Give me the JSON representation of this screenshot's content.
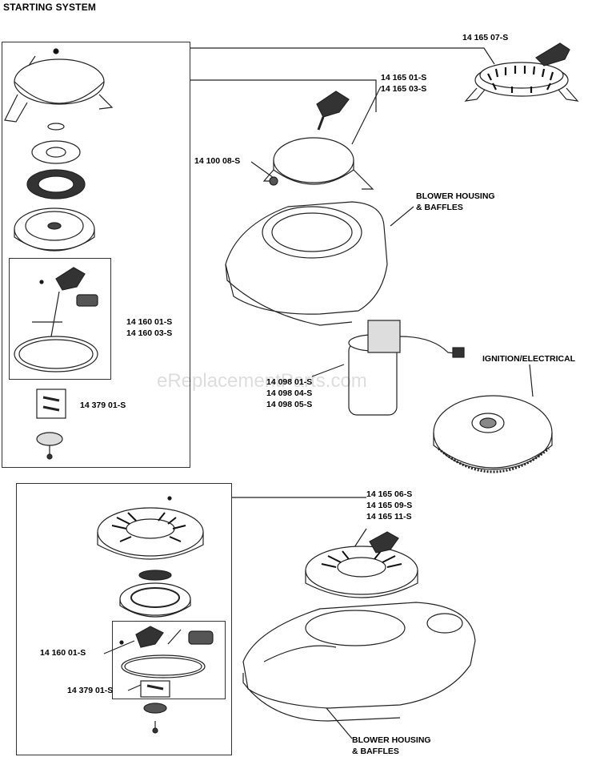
{
  "title": "STARTING SYSTEM",
  "watermark": "eReplacementParts.com",
  "callouts": {
    "top_right": [
      "14 165 07-S"
    ],
    "recoil_top": [
      "14 165 01-S",
      "14 165 03-S"
    ],
    "screw": [
      "14 100 08-S"
    ],
    "blower_upper": [
      "BLOWER HOUSING",
      "& BAFFLES"
    ],
    "starter_motor": [
      "14 098 01-S",
      "14 098 04-S",
      "14 098 05-S"
    ],
    "ignition": [
      "IGNITION/ELECTRICAL"
    ],
    "rope_kit_upper": [
      "14 160 01-S",
      "14 160 03-S"
    ],
    "pawl_kit_upper": [
      "14 379 01-S"
    ],
    "recoil_lower": [
      "14 165 06-S",
      "14 165 09-S",
      "14 165 11-S"
    ],
    "rope_kit_lower": [
      "14 160 01-S"
    ],
    "pawl_kit_lower": [
      "14 379 01-S"
    ],
    "blower_lower": [
      "BLOWER HOUSING",
      "& BAFFLES"
    ]
  }
}
